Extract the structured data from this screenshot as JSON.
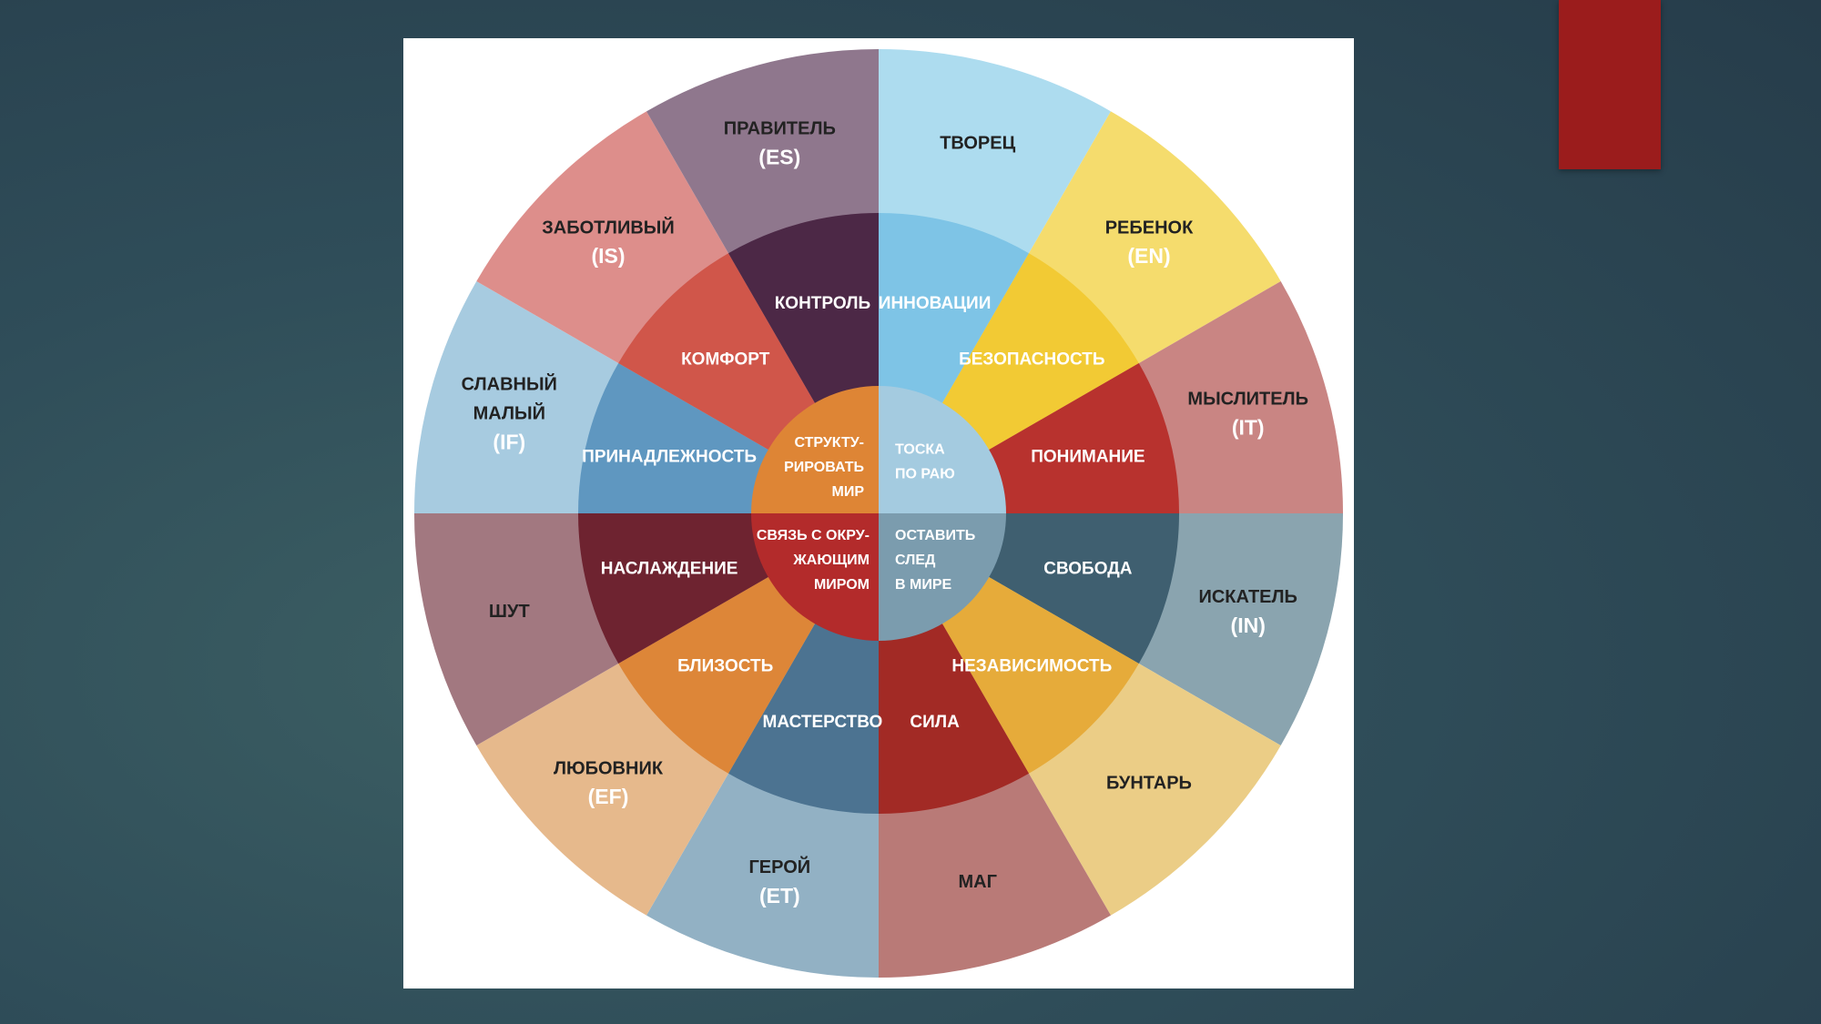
{
  "diagram": {
    "outer_ring": [
      {
        "name": "ТВОРЕЦ",
        "code": "",
        "color": "#addcef",
        "text_color": "#222222"
      },
      {
        "name": "РЕБЕНОК",
        "code": "(EN)",
        "color": "#f5dc6d",
        "text_color": "#222222",
        "code_color": "#ffffff"
      },
      {
        "name": "МЫСЛИТЕЛЬ",
        "code": "(IT)",
        "color": "#c98583",
        "text_color": "#222222",
        "code_color": "#ffffff"
      },
      {
        "name": "ИСКАТЕЛЬ",
        "code": "(IN)",
        "color": "#8aa4af",
        "text_color": "#222222",
        "code_color": "#ffffff"
      },
      {
        "name": "БУНТАРЬ",
        "code": "",
        "color": "#ebcd86",
        "text_color": "#222222"
      },
      {
        "name": "МАГ",
        "code": "",
        "color": "#b97a77",
        "text_color": "#222222"
      },
      {
        "name": "ГЕРОЙ",
        "code": "(ET)",
        "color": "#92b1c4",
        "text_color": "#222222",
        "code_color": "#ffffff"
      },
      {
        "name": "ЛЮБОВНИК",
        "code": "(EF)",
        "color": "#e6b98c",
        "text_color": "#222222",
        "code_color": "#ffffff"
      },
      {
        "name": "ШУТ",
        "code": "",
        "color": "#a27880",
        "text_color": "#222222"
      },
      {
        "name": "СЛАВНЫЙ МАЛЫЙ",
        "code": "(IF)",
        "color": "#a7cbe0",
        "text_color": "#222222",
        "code_color": "#ffffff"
      },
      {
        "name": "ЗАБОТЛИВЫЙ",
        "code": "(IS)",
        "color": "#dd8e8b",
        "text_color": "#222222",
        "code_color": "#ffffff"
      },
      {
        "name": "ПРАВИТЕЛЬ",
        "code": "(ES)",
        "color": "#8f778d",
        "text_color": "#222222",
        "code_color": "#ffffff"
      }
    ],
    "middle_ring": [
      {
        "label": "ИННОВАЦИИ",
        "color": "#7ec4e6"
      },
      {
        "label": "БЕЗОПАСНОСТЬ",
        "color": "#f2ca34"
      },
      {
        "label": "ПОНИМАНИЕ",
        "color": "#b8322e"
      },
      {
        "label": "СВОБОДА",
        "color": "#3f5f70"
      },
      {
        "label": "НЕЗАВИСИМОСТЬ",
        "color": "#e6ab3a"
      },
      {
        "label": "СИЛА",
        "color": "#a22a25"
      },
      {
        "label": "МАСТЕРСТВО",
        "color": "#4c7391"
      },
      {
        "label": "БЛИЗОСТЬ",
        "color": "#dd8638"
      },
      {
        "label": "НАСЛАЖДЕНИЕ",
        "color": "#6e2330"
      },
      {
        "label": "ПРИНАДЛЕЖНОСТЬ",
        "color": "#5f97c0"
      },
      {
        "label": "КОМФОРТ",
        "color": "#d0564a"
      },
      {
        "label": "КОНТРОЛЬ",
        "color": "#4c2846"
      }
    ],
    "inner_circle": [
      {
        "lines": [
          "ТОСКА",
          "ПО РАЮ"
        ],
        "color": "#a4cbe0"
      },
      {
        "lines": [
          "ОСТАВИТЬ",
          "СЛЕД",
          "В МИРЕ"
        ],
        "color": "#7b9cae"
      },
      {
        "lines": [
          "СВЯЗЬ С ОКРУ-",
          "ЖАЮЩИМ",
          "МИРОМ"
        ],
        "color": "#b32b2b"
      },
      {
        "lines": [
          "СТРУКТУ-",
          "РИРОВАТЬ",
          "МИР"
        ],
        "color": "#de8535"
      }
    ]
  },
  "colors": {
    "background": "#2f4d59",
    "accent_bar": "#9b1c1c",
    "card": "#ffffff"
  }
}
